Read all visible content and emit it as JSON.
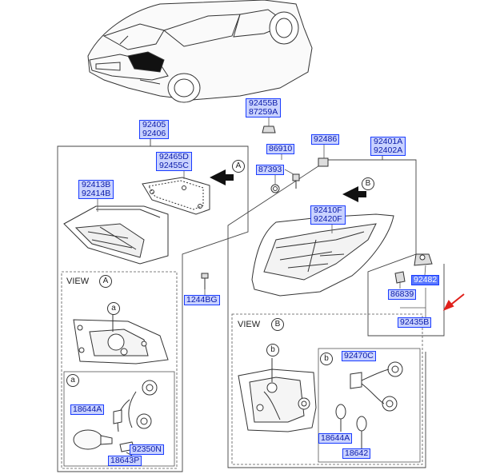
{
  "labels": {
    "p92405": "92405",
    "p92406": "92406",
    "p92455B": "92455B",
    "p87259A": "87259A",
    "p92465D": "92465D",
    "p92455C": "92455C",
    "p86910": "86910",
    "p87393": "87393",
    "p92486": "92486",
    "p92401A": "92401A",
    "p92402A": "92402A",
    "p92413B": "92413B",
    "p92414B": "92414B",
    "p92410F": "92410F",
    "p92420F": "92420F",
    "p1244BG": "1244BG",
    "p92482": "92482",
    "p86839": "86839",
    "p92435B": "92435B",
    "p18644A_left": "18644A",
    "p92350N": "92350N",
    "p18643P": "18643P",
    "p92470C": "92470C",
    "p18644A_right": "18644A",
    "p18642": "18642"
  },
  "views": {
    "view_a_title": "VIEW",
    "view_a_letter": "A",
    "view_b_title": "VIEW",
    "view_b_letter": "B",
    "detail_a": "a",
    "detail_b": "b",
    "arrow_a": "A",
    "arrow_b": "B"
  },
  "colors": {
    "label_fill": "#c9d2ff",
    "label_border": "#1a3cff",
    "highlight_fill": "#5a78ff",
    "pointer_arrow": "#e0201b"
  }
}
